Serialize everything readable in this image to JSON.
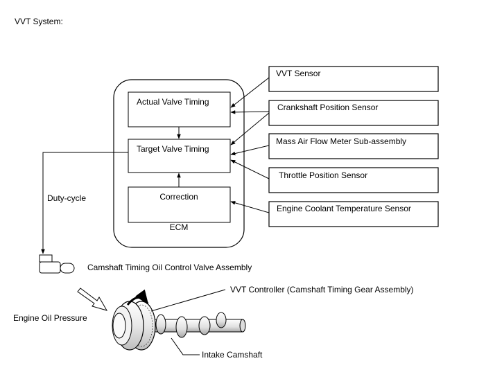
{
  "title": "VVT System:",
  "ecm": {
    "label": "ECM",
    "blocks": {
      "actual": "Actual Valve Timing",
      "target": "Target Valve Timing",
      "correction": "Correction"
    }
  },
  "sensors": [
    "VVT Sensor",
    "Crankshaft Position Sensor",
    "Mass Air Flow Meter Sub-assembly",
    "Throttle Position Sensor",
    "Engine Coolant Temperature Sensor"
  ],
  "labels": {
    "duty_cycle": "Duty-cycle",
    "ocv": "Camshaft Timing Oil Control Valve Assembly",
    "vvt_controller": "VVT Controller (Camshaft Timing Gear Assembly)",
    "engine_oil_pressure": "Engine Oil Pressure",
    "intake_camshaft": "Intake Camshaft"
  }
}
